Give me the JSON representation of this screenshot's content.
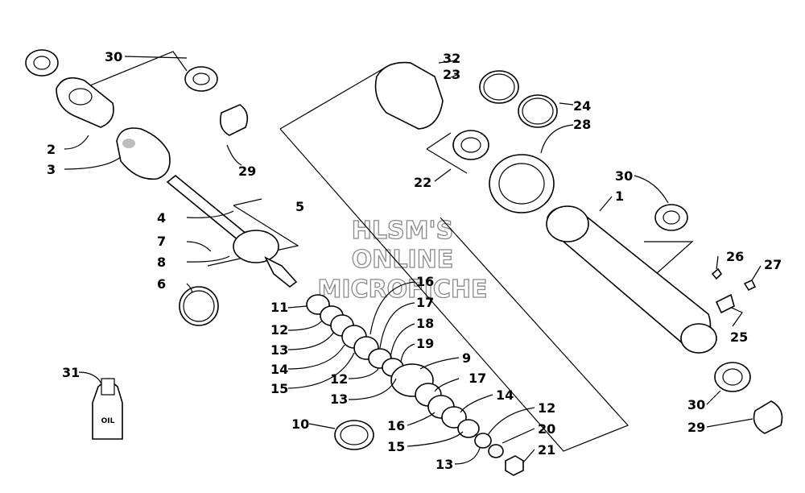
{
  "diagram": {
    "callouts": [
      "30",
      "2",
      "3",
      "29",
      "32",
      "23",
      "24",
      "28",
      "22",
      "30",
      "1",
      "5",
      "4",
      "7",
      "8",
      "6",
      "16",
      "17",
      "18",
      "19",
      "11",
      "12",
      "13",
      "14",
      "15",
      "12",
      "13",
      "9",
      "17",
      "14",
      "12",
      "20",
      "21",
      "10",
      "16",
      "15",
      "13",
      "26",
      "27",
      "25",
      "30",
      "29",
      "31"
    ],
    "oil_label": "OIL",
    "watermark": [
      "HLSM'S",
      "ONLINE",
      "MICROFICHE"
    ]
  }
}
